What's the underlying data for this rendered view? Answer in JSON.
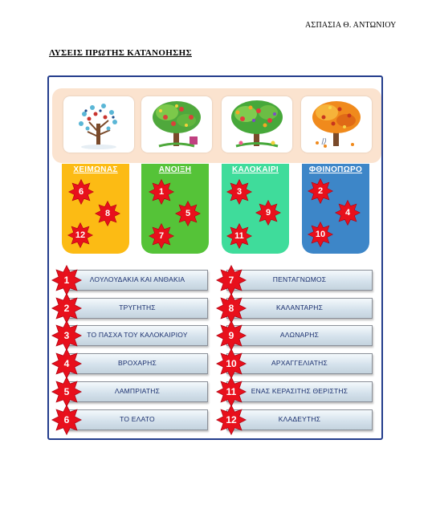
{
  "header": {
    "author": "ΑΣΠΑΣΙΑ Θ. ΑΝΤΩΝΙΟΥ"
  },
  "title": "ΛΥΣΕΙΣ ΠΡΩΤΗΣ ΚΑΤΑΝΟΗΣΗΣ",
  "colors": {
    "frame": "#233d8c",
    "star": "#e8101c",
    "winter": "#fcbb14",
    "spring": "#55c338",
    "summer": "#3fdc9b",
    "autumn": "#3d86c8",
    "bar_text": "#1a2f6e"
  },
  "trees": [
    {
      "icon": "winter-tree-icon"
    },
    {
      "icon": "spring-tree-icon"
    },
    {
      "icon": "summer-tree-icon"
    },
    {
      "icon": "autumn-tree-icon"
    }
  ],
  "seasons": [
    {
      "name": "ΧΕΙΜΩΝΑΣ",
      "numbers": [
        "6",
        "8",
        "12"
      ]
    },
    {
      "name": "ΑΝΟΙΞΗ",
      "numbers": [
        "1",
        "5",
        "7"
      ]
    },
    {
      "name": "ΚΑΛΟΚΑΙΡΙ",
      "numbers": [
        "3",
        "9",
        "11"
      ]
    },
    {
      "name": "ΦΘΙΝΟΠΩΡΟ",
      "numbers": [
        "2",
        "4",
        "10"
      ]
    }
  ],
  "months_left": [
    {
      "num": "1",
      "label": "ΛΟΥΛΟΥΔΑΚΙΑ ΚΑΙ ΑΝΘΑΚΙΑ"
    },
    {
      "num": "2",
      "label": "ΤΡΥΓΗΤΗΣ"
    },
    {
      "num": "3",
      "label": "ΤΟ ΠΑΣΧΑ ΤΟΥ ΚΑΛΟΚΑΙΡΙΟΥ"
    },
    {
      "num": "4",
      "label": "ΒΡΟΧΑΡΗΣ"
    },
    {
      "num": "5",
      "label": "ΛΑΜΠΡΙΑΤΗΣ"
    },
    {
      "num": "6",
      "label": "ΤΟ ΕΛΑΤΟ"
    }
  ],
  "months_right": [
    {
      "num": "7",
      "label": "ΠΕΝΤΑΓΝΩΜΟΣ"
    },
    {
      "num": "8",
      "label": "ΚΑΛΑΝΤΑΡΗΣ"
    },
    {
      "num": "9",
      "label": "ΑΛΩΝΑΡΗΣ"
    },
    {
      "num": "10",
      "label": "ΑΡΧΑΓΓΕΛΙΑΤΗΣ"
    },
    {
      "num": "11",
      "label": "ΕΝΑΣ ΚΕΡΑΣΙΤΗΣ ΘΕΡΙΣΤΗΣ"
    },
    {
      "num": "12",
      "label": "ΚΛΑΔΕΥΤΗΣ"
    }
  ]
}
